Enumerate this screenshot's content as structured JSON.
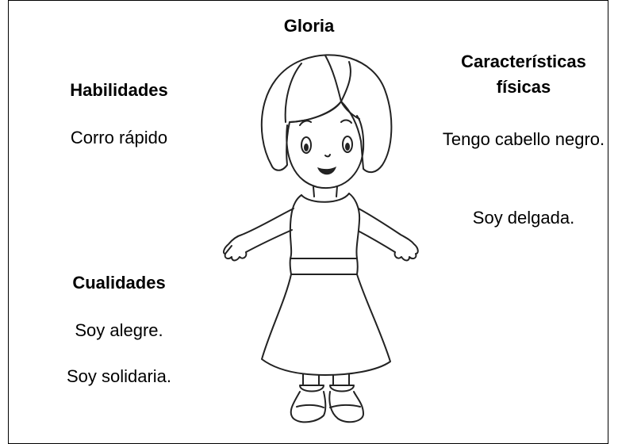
{
  "title": "Gloria",
  "habilidades": {
    "heading": "Habilidades",
    "items": [
      "Corro rápido"
    ]
  },
  "cualidades": {
    "heading": "Cualidades",
    "items": [
      "Soy alegre.",
      "Soy solidaria."
    ]
  },
  "caracteristicas": {
    "heading": "Características físicas",
    "items": [
      "Tengo cabello negro.",
      "Soy delgada."
    ]
  },
  "illustration": {
    "icon": "girl-illustration-icon",
    "line_color": "#222222"
  }
}
